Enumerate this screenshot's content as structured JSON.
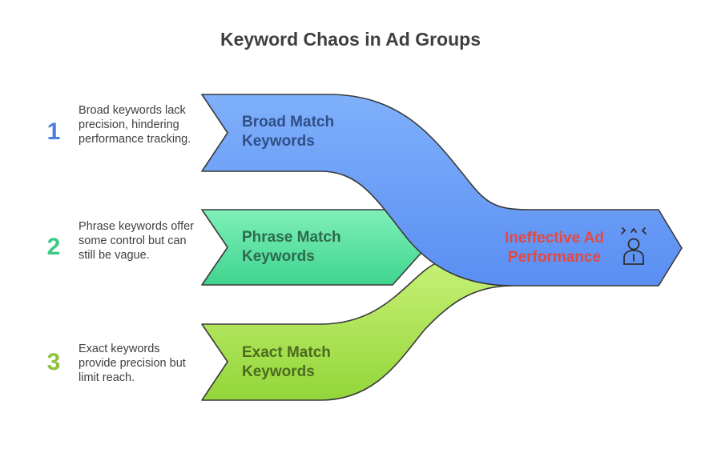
{
  "title": "Keyword Chaos in Ad Groups",
  "colors": {
    "broad": "#6b9cf5",
    "phrase": "#56e0a1",
    "exact": "#a9e24a",
    "outline": "#3a3a3a",
    "outcome_text": "#e5483f",
    "broad_num": "#4a7fe0",
    "phrase_num": "#3cc987",
    "exact_num": "#8dc23d",
    "label_broad": "#2f4f86",
    "label_phrase": "#2d6b4d",
    "label_exact": "#4c6a1f"
  },
  "items": [
    {
      "number": "1",
      "description": "Broad keywords lack precision, hindering performance tracking.",
      "label_line1": "Broad Match",
      "label_line2": "Keywords"
    },
    {
      "number": "2",
      "description": "Phrase keywords offer some control but can still be vague.",
      "label_line1": "Phrase Match",
      "label_line2": "Keywords"
    },
    {
      "number": "3",
      "description": "Exact keywords provide precision but limit reach.",
      "label_line1": "Exact Match",
      "label_line2": "Keywords"
    }
  ],
  "outcome": {
    "line1": "Ineffective Ad",
    "line2": "Performance",
    "icon": "frustrated-person-icon"
  }
}
